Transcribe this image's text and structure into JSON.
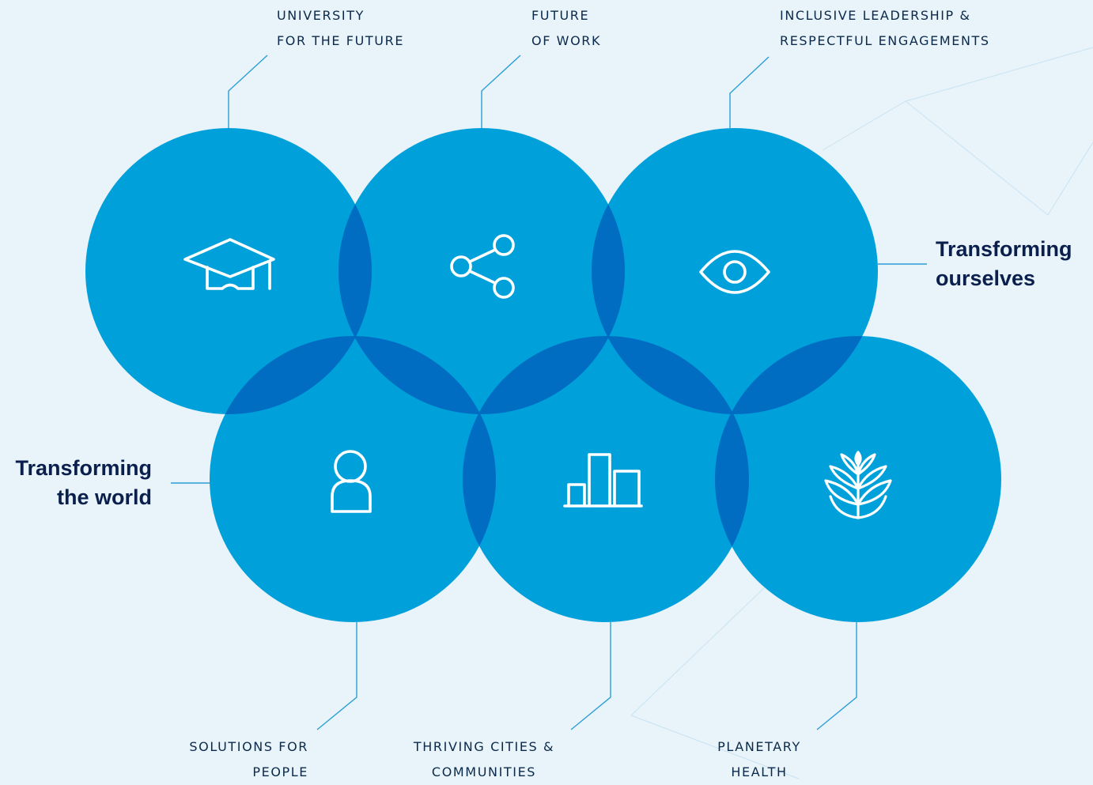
{
  "colors": {
    "background": "#e8f3fa",
    "circle": "#00a0da",
    "overlap": "#006cc2",
    "connector": "#2a9fd6",
    "text": "#0b2a4a",
    "heading": "#0b1f4d"
  },
  "groups": {
    "top": {
      "line1": "Transforming",
      "line2": "ourselves"
    },
    "bottom": {
      "line1": "Transforming",
      "line2": "the world"
    }
  },
  "themes": [
    {
      "line1": "UNIVERSITY",
      "line2": "FOR THE FUTURE",
      "icon": "graduation-cap-icon"
    },
    {
      "line1": "FUTURE",
      "line2": "OF WORK",
      "icon": "share-nodes-icon"
    },
    {
      "line1": "INCLUSIVE LEADERSHIP &",
      "line2": "RESPECTFUL ENGAGEMENTS",
      "icon": "eye-icon"
    },
    {
      "line1": "SOLUTIONS FOR",
      "line2": "PEOPLE",
      "icon": "person-icon"
    },
    {
      "line1": "THRIVING CITIES &",
      "line2": "COMMUNITIES",
      "icon": "city-bars-icon"
    },
    {
      "line1": "PLANETARY",
      "line2": "HEALTH",
      "icon": "leaf-plant-icon"
    }
  ]
}
